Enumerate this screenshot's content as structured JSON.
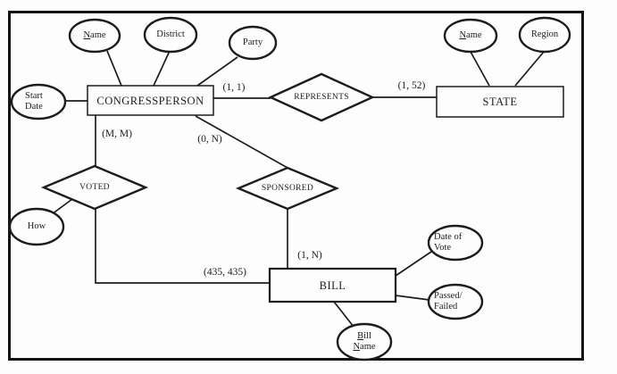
{
  "entities": {
    "congressperson": "CONGRESSPERSON",
    "state": "STATE",
    "bill": "BILL"
  },
  "relationships": {
    "represents": "REPRESENTS",
    "voted": "VOTED",
    "sponsored": "SPONSORED"
  },
  "attributes": {
    "congress_name": {
      "key_letter": "N",
      "rest": "ame"
    },
    "district": {
      "label": "District"
    },
    "party": {
      "label": "Party"
    },
    "start_date": {
      "line1": "Start",
      "line2": "Date"
    },
    "state_name": {
      "key_letter": "N",
      "rest": "ame"
    },
    "region": {
      "label": "Region"
    },
    "how": {
      "label": "How"
    },
    "date_of_vote": {
      "line1": "Date of",
      "line2": "Vote"
    },
    "passed_failed": {
      "line1": "Passed/",
      "line2": "Failed"
    },
    "bill_name": {
      "key_letter1": "B",
      "rest1": "ill",
      "key_letter2": "N",
      "rest2": "ame"
    }
  },
  "cardinalities": {
    "congressperson_represents": "(1, 1)",
    "represents_state": "(1, 52)",
    "congressperson_voted": "(M, M)",
    "congressperson_sponsored": "(0, N)",
    "sponsored_bill": "(1, N)",
    "voted_bill": "(435, 435)"
  },
  "colors": {
    "ink": "#1c1c1c",
    "background": "#fdfdfd"
  }
}
